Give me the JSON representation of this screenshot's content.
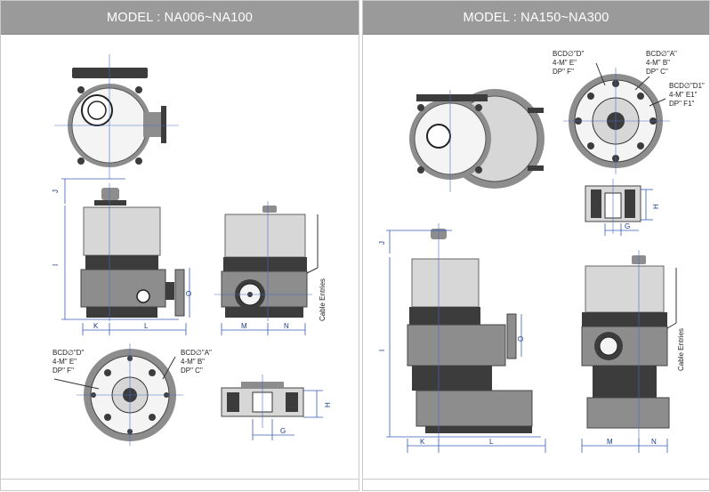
{
  "left_panel": {
    "title": "MODEL : NA006~NA100",
    "dims": {
      "J": "J",
      "I": "I",
      "K": "K",
      "L": "L",
      "M": "M",
      "N": "N",
      "O": "O",
      "H": "H",
      "G": "G"
    },
    "cable_label": "Cable Entries",
    "bcd_d": {
      "l1": "BCD∅\"D\"",
      "l2": "4-M\" E\"",
      "l3": "DP\" F\""
    },
    "bcd_a": {
      "l1": "BCD∅\"A\"",
      "l2": "4-M\" B\"",
      "l3": "DP\" C\""
    }
  },
  "right_panel": {
    "title": "MODEL : NA150~NA300",
    "dims": {
      "J": "J",
      "I": "I",
      "K": "K",
      "L": "L",
      "M": "M",
      "N": "N",
      "O": "O",
      "H": "H",
      "G": "G"
    },
    "cable_label": "Cable Entries",
    "bcd_d": {
      "l1": "BCD∅\"D\"",
      "l2": "4-M\" E\"",
      "l3": "DP\" F\""
    },
    "bcd_a": {
      "l1": "BCD∅\"A\"",
      "l2": "4-M\" B\"",
      "l3": "DP\" C\""
    },
    "bcd_d1": {
      "l1": "BCD∅\"D1\"",
      "l2": "4-M\" E1\"",
      "l3": "DP\" F1\""
    }
  },
  "colors": {
    "header_bg": "#9a9a9a",
    "dimension_line": "#3a5bb8",
    "border": "#c9c9c9"
  }
}
